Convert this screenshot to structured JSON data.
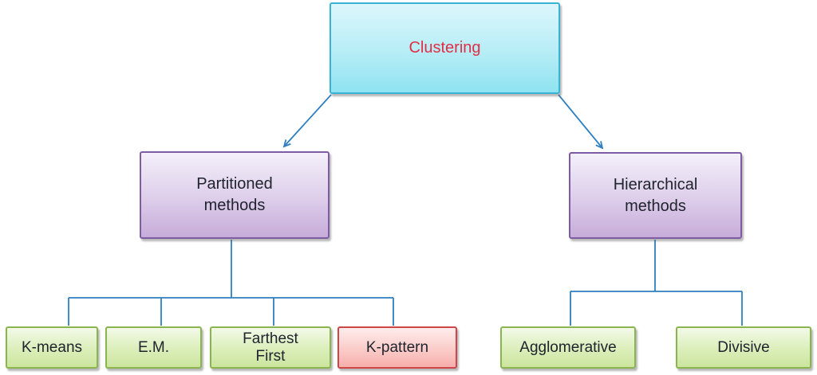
{
  "nodes": {
    "clustering": {
      "label": "Clustering"
    },
    "partitioned": {
      "label": "Partitioned\nmethods"
    },
    "hierarchical": {
      "label": "Hierarchical\nmethods"
    },
    "kmeans": {
      "label": "K-means"
    },
    "em": {
      "label": "E.M."
    },
    "farthest": {
      "label": "Farthest\nFirst"
    },
    "kpattern": {
      "label": "K-pattern"
    },
    "agglomerative": {
      "label": "Agglomerative"
    },
    "divisive": {
      "label": "Divisive"
    }
  },
  "hierarchy": {
    "root": "Clustering",
    "children": [
      {
        "label": "Partitioned methods",
        "children": [
          "K-means",
          "E.M.",
          "Farthest First",
          "K-pattern"
        ]
      },
      {
        "label": "Hierarchical methods",
        "children": [
          "Agglomerative",
          "Divisive"
        ]
      }
    ]
  },
  "colors": {
    "root_fill_top": "#dcf6fc",
    "root_fill_bottom": "#8fe3f1",
    "root_border": "#38b3d6",
    "root_text": "#e22e44",
    "branch_fill_top": "#f4f0fa",
    "branch_fill_bottom": "#c7acda",
    "branch_border": "#7e5ca3",
    "leaf_fill_top": "#f2fae8",
    "leaf_fill_bottom": "#cbe59d",
    "leaf_border": "#8ab54e",
    "highlight_fill_top": "#fdecec",
    "highlight_fill_bottom": "#f6aeab",
    "highlight_border": "#cc4746",
    "connector_line": "#2e7fc1",
    "text_dark": "#20242e",
    "background": "#ffffff"
  }
}
